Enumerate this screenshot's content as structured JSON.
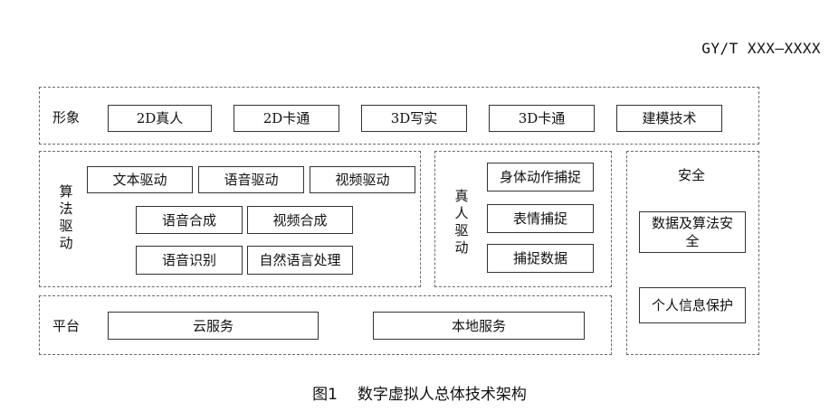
{
  "header": {
    "doc_code": "GY/T XXX—XXXX"
  },
  "image_row": {
    "label": "形象",
    "items": [
      "2D真人",
      "2D卡通",
      "3D写实",
      "3D卡通",
      "建模技术"
    ]
  },
  "algorithm_driven": {
    "label": "算法驱动",
    "row1": [
      "文本驱动",
      "语音驱动",
      "视频驱动"
    ],
    "row2": [
      "语音合成",
      "视频合成"
    ],
    "row3": [
      "语音识别",
      "自然语言处理"
    ]
  },
  "human_driven": {
    "label": "真人驱动",
    "items": [
      "身体动作捕捉",
      "表情捕捉",
      "捕捉数据"
    ]
  },
  "security": {
    "label": "安全",
    "items": [
      "数据及算法安全",
      "个人信息保护"
    ]
  },
  "platform": {
    "label": "平台",
    "items": [
      "云服务",
      "本地服务"
    ]
  },
  "caption": {
    "number": "图1",
    "title": "数字虚拟人总体技术架构"
  }
}
